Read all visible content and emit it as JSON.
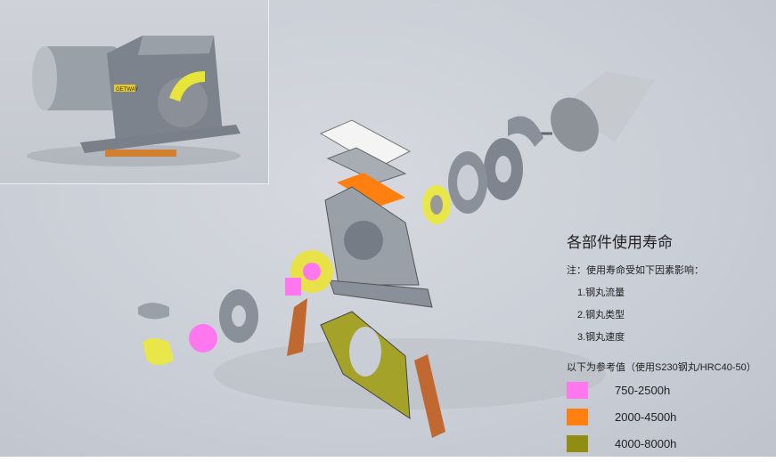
{
  "legend": {
    "title": "各部件使用寿命",
    "note": "注：使用寿命受如下因素影响：",
    "factors": [
      "1.钢丸流量",
      "2.钢丸类型",
      "3.钢丸速度"
    ],
    "reference": "以下为参考值（使用S230钢丸/HRC40-50）",
    "items": [
      {
        "label": "750-2500h",
        "color": "#ff77ee"
      },
      {
        "label": "2000-4500h",
        "color": "#ff7f10"
      },
      {
        "label": "4000-8000h",
        "color": "#8f8d12"
      }
    ]
  },
  "inset": {
    "brand_label": "GETWAY"
  }
}
